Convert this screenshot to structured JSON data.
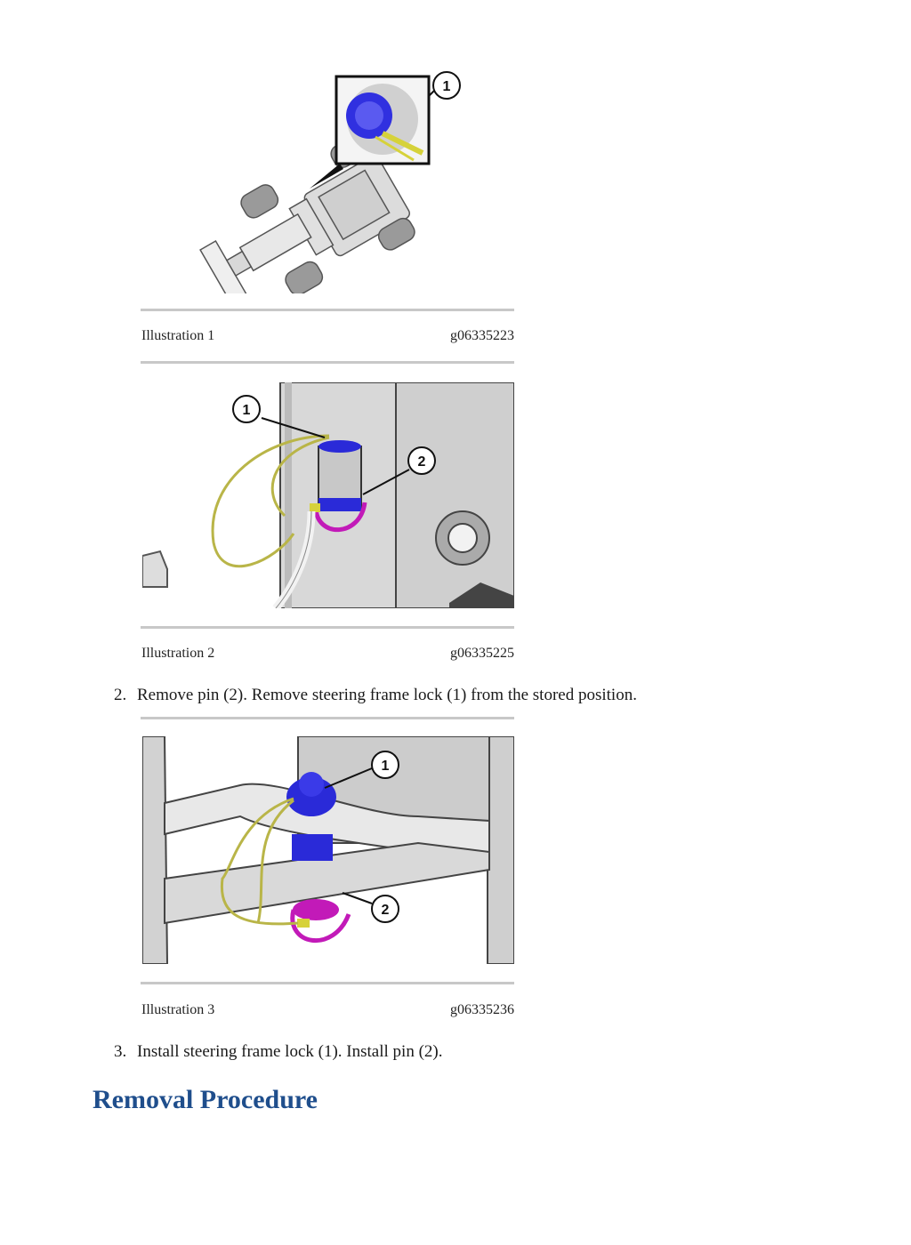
{
  "figures": [
    {
      "caption_label": "Illustration 1",
      "caption_id": "g06335223",
      "callouts": [
        "1"
      ]
    },
    {
      "caption_label": "Illustration 2",
      "caption_id": "g06335225",
      "callouts": [
        "1",
        "2"
      ]
    },
    {
      "caption_label": "Illustration 3",
      "caption_id": "g06335236",
      "callouts": [
        "1",
        "2"
      ]
    }
  ],
  "steps": [
    {
      "number": "2.",
      "text": "Remove pin (2). Remove steering frame lock (1) from the stored position."
    },
    {
      "number": "3.",
      "text": "Install steering frame lock (1). Install pin (2)."
    }
  ],
  "section_heading": "Removal Procedure",
  "colors": {
    "heading": "#1f4e8c",
    "lock_blue": "#2a2ad8",
    "pin_magenta": "#c21ab8",
    "cable_yellow": "#d6d23a"
  }
}
